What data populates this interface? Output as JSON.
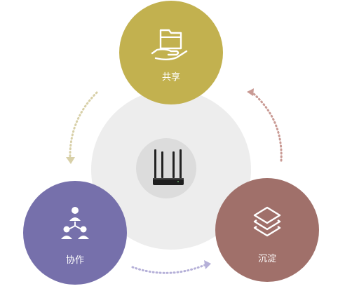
{
  "nodes": {
    "share": {
      "label": "共享",
      "color": "#c2b14f",
      "icon": "folder-hand-icon"
    },
    "collaborate": {
      "label": "协作",
      "color": "#7670ab",
      "icon": "people-network-icon"
    },
    "accumulate": {
      "label": "沉淀",
      "color": "#a0706a",
      "icon": "layers-icon"
    }
  },
  "center": {
    "icon": "router-icon",
    "outer_color": "#ededed",
    "inner_color": "#dcdcdc"
  },
  "arrows": {
    "share_to_collaborate": {
      "color": "#d8d0a8"
    },
    "collaborate_to_accumulate": {
      "color": "#b5b0d8"
    },
    "accumulate_to_share": {
      "color": "#c99a94"
    }
  }
}
